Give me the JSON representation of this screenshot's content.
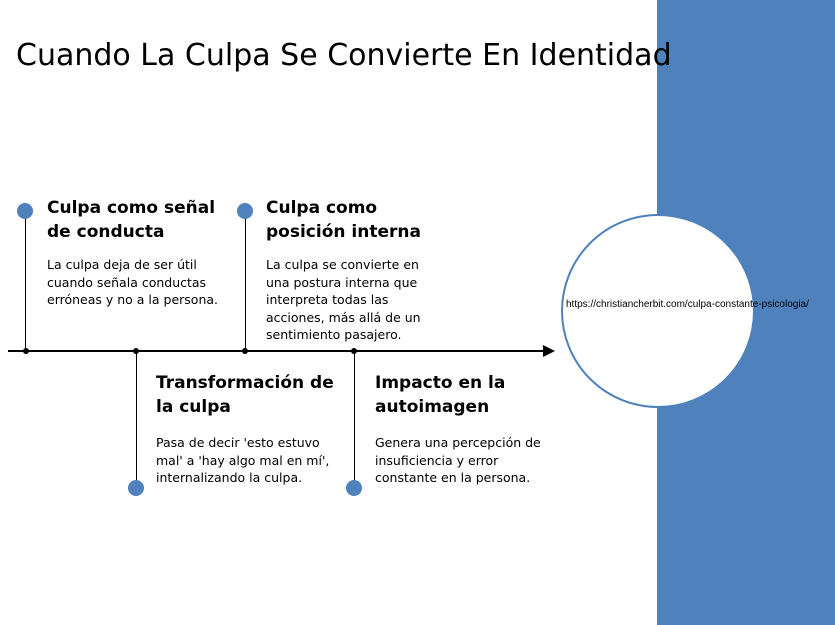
{
  "title": "Cuando La Culpa Se Convierte En Identidad",
  "events": [
    {
      "heading_line1": "Culpa como señal",
      "heading_line2": "de conducta",
      "desc_lines": [
        "La culpa deja de ser útil",
        "cuando señala conductas",
        "erróneas y no a la persona."
      ]
    },
    {
      "heading_line1": "Transformación de",
      "heading_line2": "la culpa",
      "desc_lines": [
        "Pasa de decir 'esto estuvo",
        "mal' a 'hay algo mal en mí',",
        "internalizando la culpa."
      ]
    },
    {
      "heading_line1": "Culpa como",
      "heading_line2": "posición interna",
      "desc_lines": [
        "La culpa se convierte en",
        "una postura interna que",
        "interpreta todas las",
        "acciones, más allá de un",
        "sentimiento pasajero."
      ]
    },
    {
      "heading_line1": "Impacto en la",
      "heading_line2": "autoimagen",
      "desc_lines": [
        "Genera una percepción de",
        "insuficiencia y error",
        "constante en la persona."
      ]
    }
  ],
  "url": "https://christiancherbit.com/culpa-constante-psicologia/",
  "colors": {
    "accent": "#4f81bd",
    "line": "#000000"
  }
}
